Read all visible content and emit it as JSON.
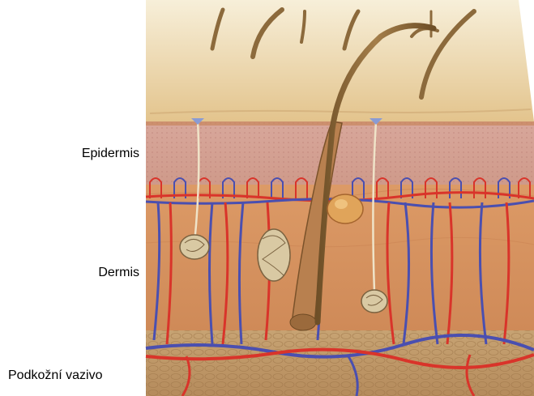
{
  "labels": {
    "epidermis": "Epidermis",
    "dermis": "Dermis",
    "subcutis": "Podkožní vazivo"
  },
  "colors": {
    "skin_surface": "#ead6aa",
    "epidermis": "#d9a99a",
    "dermis": "#d48e5e",
    "subcutis": "#c9a06c",
    "hair": "#8c6a3c",
    "artery": "#d9342a",
    "vein": "#4a4fb0"
  }
}
